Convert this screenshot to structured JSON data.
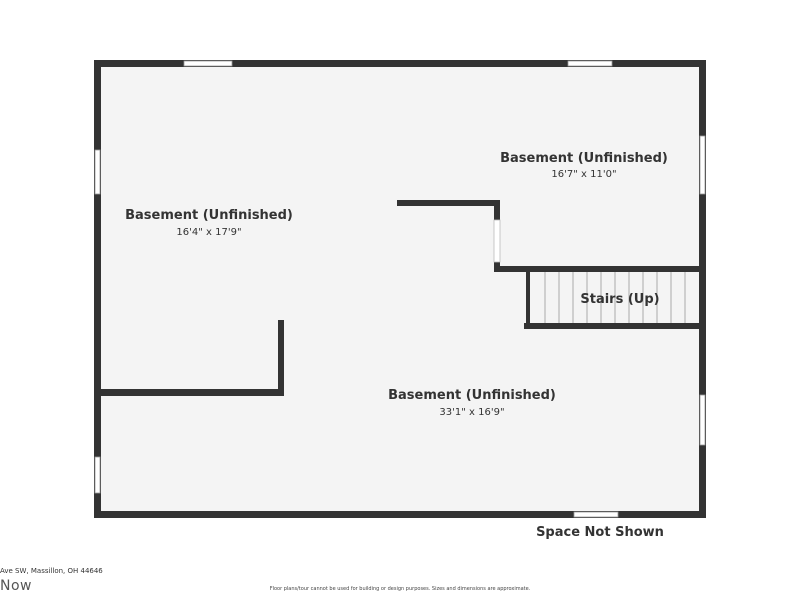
{
  "rooms": {
    "left": {
      "name": "Basement (Unfinished)",
      "dims": "16'4\" x 17'9\""
    },
    "upper_right": {
      "name": "Basement (Unfinished)",
      "dims": "16'7\" x 11'0\""
    },
    "bottom": {
      "name": "Basement (Unfinished)",
      "dims": "33'1\" x 16'9\""
    },
    "stairs": {
      "name": "Stairs (Up)"
    }
  },
  "note_space_not_shown": "Space Not Shown",
  "footer": {
    "address": "Ave SW, Massillon, OH 44646",
    "brand": "Now",
    "disclaimer": "Floor plans/tour cannot be used for building or design purposes. Sizes and dimensions are approximate."
  },
  "colors": {
    "wall": "#333333",
    "floor": "#f4f4f4",
    "window": "#ffffff",
    "stair_line": "#aaaaaa"
  }
}
